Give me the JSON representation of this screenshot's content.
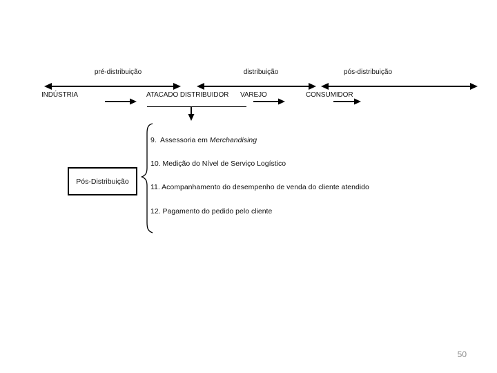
{
  "slide": {
    "page_number": "50",
    "colors": {
      "background": "#ffffff",
      "text": "#111111",
      "line": "#000000",
      "page_number": "#8a8a8a"
    },
    "phases": [
      {
        "label": "pré-distribuição"
      },
      {
        "label": "distribuição"
      },
      {
        "label": "pós-distribuição"
      }
    ],
    "entities": [
      {
        "label": "INDÚSTRIA"
      },
      {
        "label": "ATACADO DISTRIBUIDOR"
      },
      {
        "label": "VAREJO"
      },
      {
        "label": "CONSUMIDOR"
      }
    ],
    "box_label": "Pós-Distribuição",
    "list": {
      "item9_prefix": "9.  Assessoria em ",
      "item9_italic": "Merchandising",
      "item10": "10. Medição do Nível de Serviço Logístico",
      "item11": "11. Acompanhamento do desempenho de venda do cliente atendido",
      "item12": "12. Pagamento do pedido pelo cliente"
    }
  }
}
